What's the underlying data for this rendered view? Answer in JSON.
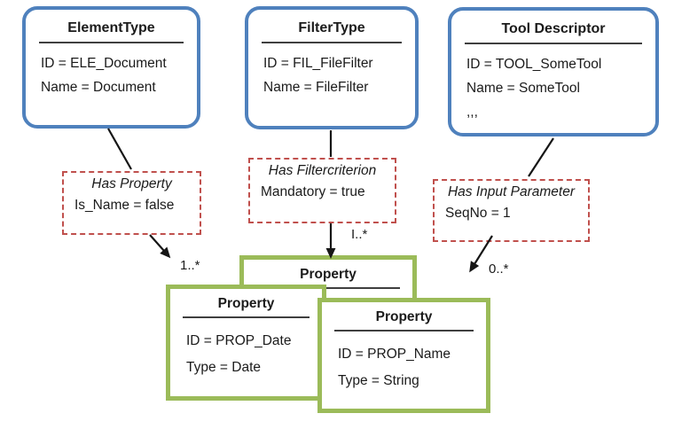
{
  "entities": [
    {
      "title": "ElementType",
      "lines": [
        "ID = ELE_Document",
        "Name = Document"
      ]
    },
    {
      "title": "FilterType",
      "lines": [
        "ID = FIL_FileFilter",
        "Name = FileFilter"
      ]
    },
    {
      "title": "Tool Descriptor",
      "lines": [
        "ID = TOOL_SomeTool",
        "Name = SomeTool",
        ",,,"
      ]
    }
  ],
  "relations": [
    {
      "title": "Has Property",
      "attribute": "Is_Name = false"
    },
    {
      "title": "Has Filtercriterion",
      "attribute": "Mandatory = true"
    },
    {
      "title": "Has Input Parameter",
      "attribute": "SeqNo = 1"
    }
  ],
  "properties": [
    {
      "title": "Property",
      "lines": []
    },
    {
      "title": "Property",
      "lines": [
        "ID = PROP_Date",
        "Type = Date"
      ]
    },
    {
      "title": "Property",
      "lines": [
        "ID = PROP_Name",
        "Type = String"
      ]
    }
  ],
  "multiplicities": [
    "1..*",
    "I..*",
    "0..*"
  ],
  "colors": {
    "entity_border": "#4F81BD",
    "relation_border": "#C0504D",
    "property_border": "#9BBB59",
    "arrow": "#161616",
    "text": "#1b1b1b"
  }
}
